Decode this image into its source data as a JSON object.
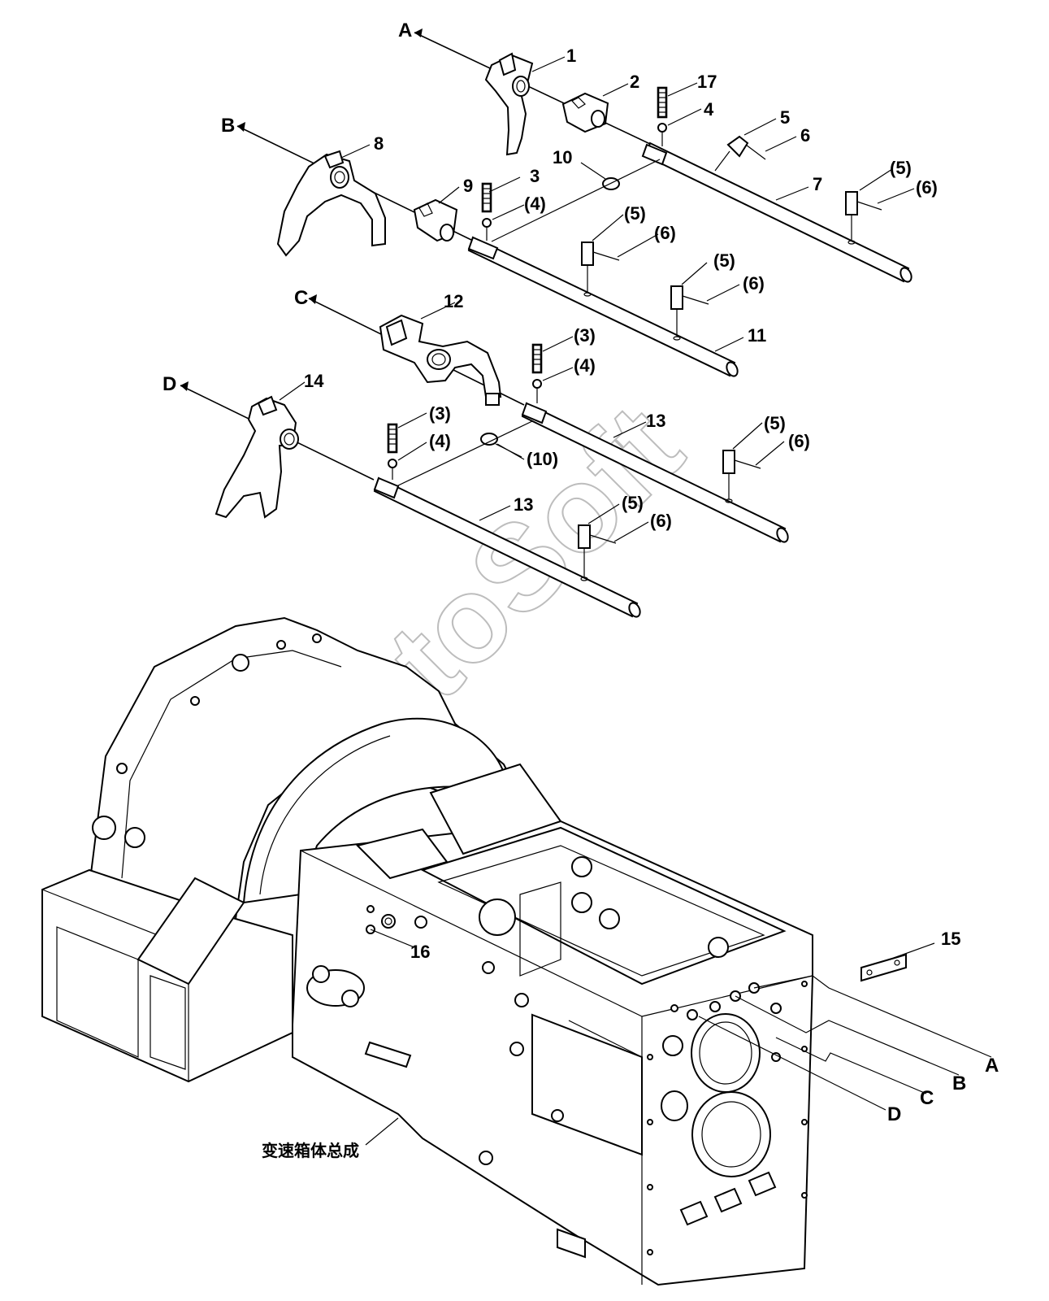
{
  "diagram": {
    "caption": "变速箱体总成",
    "watermark": "AutoSoft",
    "arrow_labels": [
      "A",
      "B",
      "C",
      "D"
    ],
    "callouts": [
      {
        "id": "c1",
        "text": "1"
      },
      {
        "id": "c2",
        "text": "2"
      },
      {
        "id": "c17",
        "text": "17"
      },
      {
        "id": "c4",
        "text": "4"
      },
      {
        "id": "c5",
        "text": "5"
      },
      {
        "id": "c6",
        "text": "6"
      },
      {
        "id": "c7",
        "text": "7"
      },
      {
        "id": "c5b",
        "text": "(5)"
      },
      {
        "id": "c6b",
        "text": "(6)"
      },
      {
        "id": "c8",
        "text": "8"
      },
      {
        "id": "c10",
        "text": "10"
      },
      {
        "id": "c3",
        "text": "3"
      },
      {
        "id": "c9",
        "text": "9"
      },
      {
        "id": "c4b",
        "text": "(4)"
      },
      {
        "id": "c5c",
        "text": "(5)"
      },
      {
        "id": "c6c",
        "text": "(6)"
      },
      {
        "id": "c5d",
        "text": "(5)"
      },
      {
        "id": "c6d",
        "text": "(6)"
      },
      {
        "id": "c11",
        "text": "11"
      },
      {
        "id": "c12",
        "text": "12"
      },
      {
        "id": "c3b",
        "text": "(3)"
      },
      {
        "id": "c4c",
        "text": "(4)"
      },
      {
        "id": "c14",
        "text": "14"
      },
      {
        "id": "c13a",
        "text": "13"
      },
      {
        "id": "c5e",
        "text": "(5)"
      },
      {
        "id": "c6e",
        "text": "(6)"
      },
      {
        "id": "c3c",
        "text": "(3)"
      },
      {
        "id": "c4d",
        "text": "(4)"
      },
      {
        "id": "c10b",
        "text": "(10)"
      },
      {
        "id": "c13b",
        "text": "13"
      },
      {
        "id": "c5f",
        "text": "(5)"
      },
      {
        "id": "c6f",
        "text": "(6)"
      },
      {
        "id": "c15",
        "text": "15"
      },
      {
        "id": "c16",
        "text": "16"
      }
    ]
  }
}
